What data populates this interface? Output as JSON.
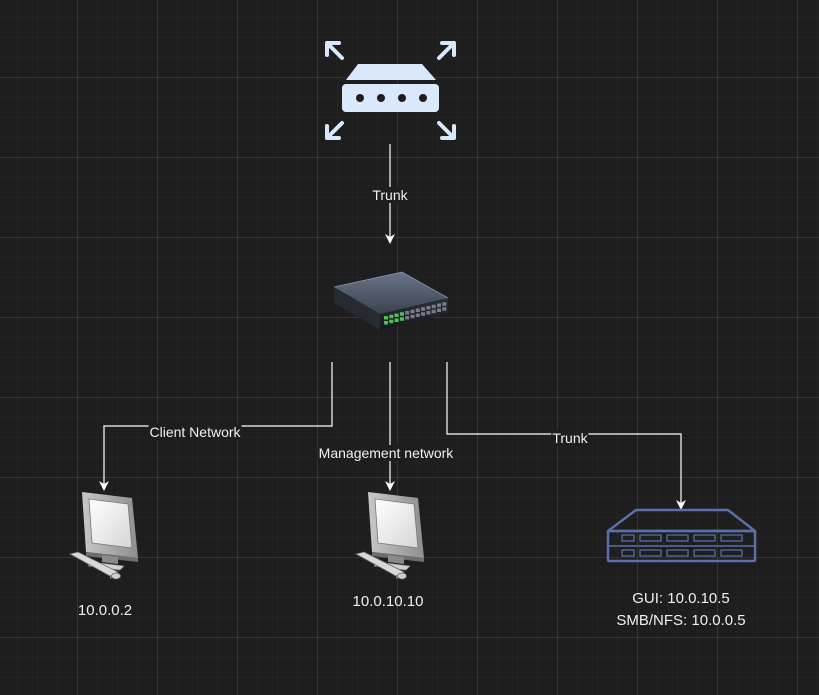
{
  "colors": {
    "background": "#1e1e1e",
    "connector": "#ffffff",
    "text": "#f0f0f0",
    "router_icon": "#dae8fc",
    "nas_icon": "#5b6fa8"
  },
  "nodes": {
    "router": {
      "icon": "router-icon"
    },
    "switch": {
      "icon": "network-switch-icon"
    },
    "client_pc": {
      "icon": "desktop-computer-icon",
      "ip": "10.0.0.2"
    },
    "management_pc": {
      "icon": "desktop-computer-icon",
      "ip": "10.0.10.10"
    },
    "nas": {
      "icon": "storage-server-icon",
      "gui": "GUI: 10.0.10.5",
      "smb": "SMB/NFS: 10.0.0.5"
    }
  },
  "edges": {
    "router_switch": {
      "label": "Trunk"
    },
    "switch_client": {
      "label": "Client Network"
    },
    "switch_management": {
      "label": "Management network"
    },
    "switch_nas": {
      "label": "Trunk"
    }
  }
}
